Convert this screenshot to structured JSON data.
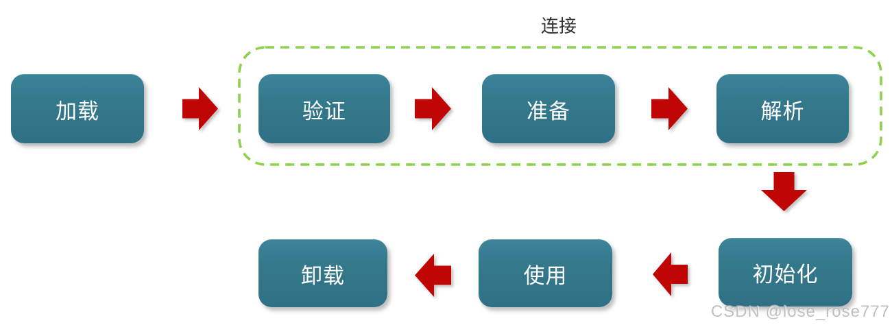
{
  "diagram": {
    "group": {
      "label": "连接",
      "members": [
        "验证",
        "准备",
        "解析"
      ]
    },
    "nodes": [
      {
        "id": "loading",
        "label": "加载"
      },
      {
        "id": "verification",
        "label": "验证"
      },
      {
        "id": "preparation",
        "label": "准备"
      },
      {
        "id": "resolution",
        "label": "解析"
      },
      {
        "id": "initialization",
        "label": "初始化"
      },
      {
        "id": "using",
        "label": "使用"
      },
      {
        "id": "unloading",
        "label": "卸载"
      }
    ],
    "connections": [
      {
        "from": "加载",
        "to": "验证",
        "direction": "right"
      },
      {
        "from": "验证",
        "to": "准备",
        "direction": "right"
      },
      {
        "from": "准备",
        "to": "解析",
        "direction": "right"
      },
      {
        "from": "解析",
        "to": "初始化",
        "direction": "down"
      },
      {
        "from": "初始化",
        "to": "使用",
        "direction": "left"
      },
      {
        "from": "使用",
        "to": "卸载",
        "direction": "left"
      }
    ],
    "colors": {
      "node_fill": "#35798D",
      "arrow_red": "#C00505",
      "group_border_green": "#8CD24D",
      "node_text": "#FFFFFF",
      "group_label_text": "#333333",
      "watermark_text": "#B9B9B9"
    },
    "watermark": "CSDN @lose_rose777"
  }
}
